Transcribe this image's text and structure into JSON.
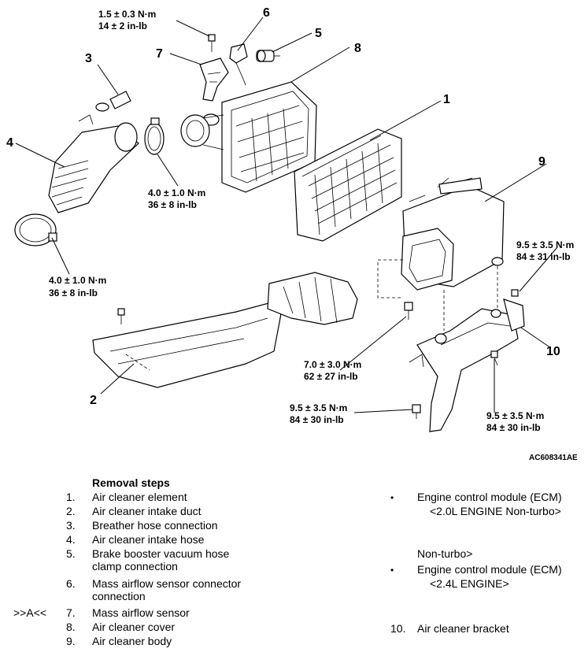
{
  "diagram": {
    "part_numbers": [
      "1",
      "2",
      "3",
      "4",
      "5",
      "6",
      "7",
      "8",
      "9",
      "10"
    ],
    "torques": [
      {
        "nm": "1.5 ± 0.3 N·m",
        "inlb": "14 ± 2 in-lb"
      },
      {
        "nm": "4.0 ± 1.0 N·m",
        "inlb": "36 ± 8 in-lb"
      },
      {
        "nm": "4.0 ± 1.0 N·m",
        "inlb": "36 ± 8 in-lb"
      },
      {
        "nm": "9.5 ± 3.5 N·m",
        "inlb": "84 ± 31 in-lb"
      },
      {
        "nm": "7.0 ± 3.0 N·m",
        "inlb": "62 ± 27 in-lb"
      },
      {
        "nm": "9.5 ± 3.5 N·m",
        "inlb": "84 ± 30 in-lb"
      },
      {
        "nm": "9.5 ± 3.5 N·m",
        "inlb": "84 ± 30 in-lb"
      }
    ],
    "figure_code": "AC608341AE"
  },
  "removal": {
    "title": "Removal steps",
    "steps": [
      {
        "mark": "",
        "num": "1.",
        "text": "Air cleaner element"
      },
      {
        "mark": "",
        "num": "2.",
        "text": "Air cleaner intake duct"
      },
      {
        "mark": "",
        "num": "3.",
        "text": "Breather hose connection"
      },
      {
        "mark": "",
        "num": "4.",
        "text": "Air cleaner intake hose"
      },
      {
        "mark": "",
        "num": "5.",
        "text": "Brake booster vacuum hose clamp connection"
      },
      {
        "mark": "",
        "num": "6.",
        "text": "Mass airflow sensor connector connection"
      },
      {
        "mark": ">>A<<",
        "num": "7.",
        "text": "Mass airflow sensor"
      },
      {
        "mark": "",
        "num": "8.",
        "text": "Air cleaner cover"
      },
      {
        "mark": "",
        "num": "9.",
        "text": "Air cleaner body"
      }
    ],
    "right": {
      "bullet1": "•",
      "ecm1_line1": "Engine control module (ECM)",
      "ecm1_line2": "<2.0L ENGINE Non-turbo>",
      "nonturbo": "Non-turbo>",
      "bullet2": "•",
      "ecm2_line1": "Engine control module (ECM)",
      "ecm2_line2": "<2.4L ENGINE>",
      "step10_num": "10.",
      "step10_text": "Air cleaner bracket"
    }
  }
}
